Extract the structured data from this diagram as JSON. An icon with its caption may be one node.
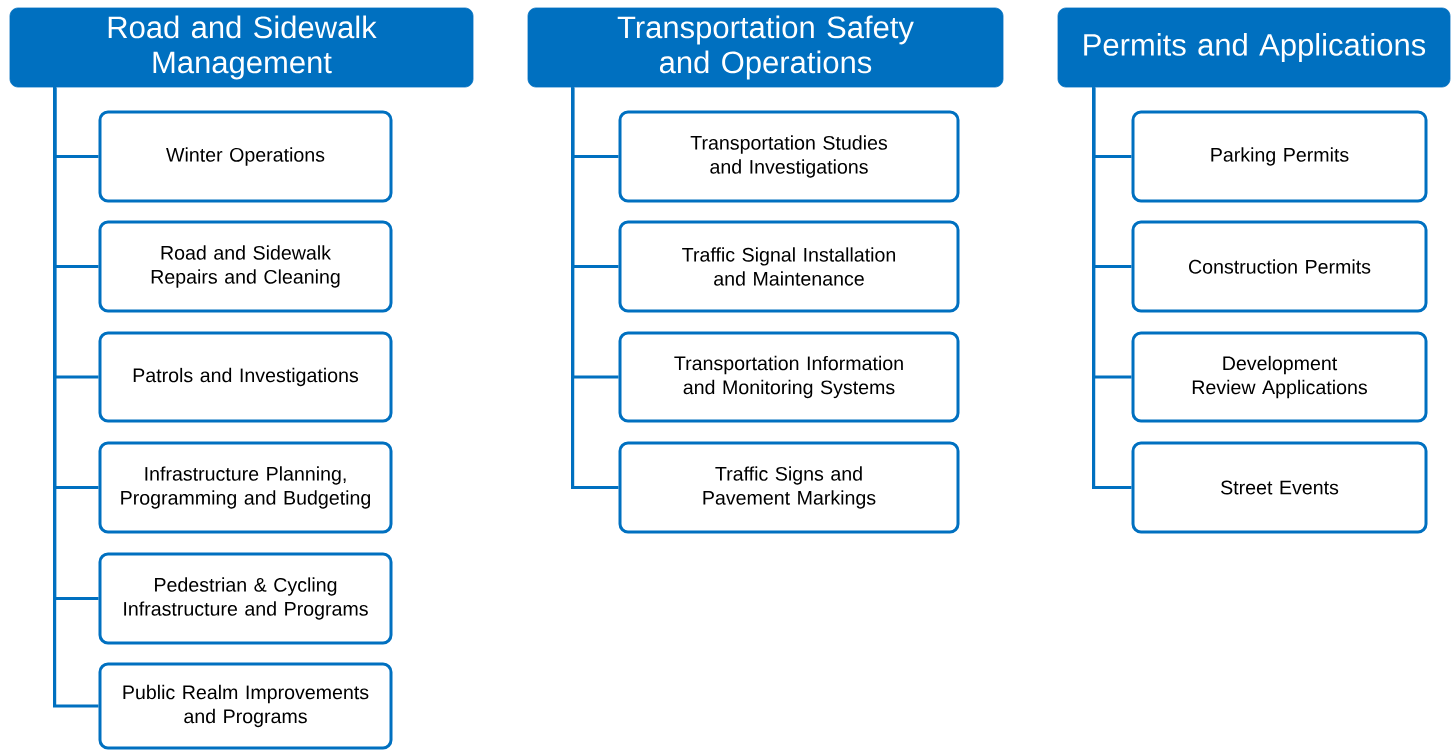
{
  "diagram": {
    "nodes": [
      {
        "text": [
          "Road and Sidewalk Management"
        ]
      },
      {
        "text": [
          "Winter Operations"
        ]
      },
      {
        "text": [
          "Road and Sidewalk Repairs and Cleaning"
        ]
      },
      {
        "text": [
          "Patrols and Investigations"
        ]
      },
      {
        "text": [
          "Infrastructure Planning, Programming and Budgeting"
        ]
      },
      {
        "text": [
          "Pedestrian & Cycling Infrastructure and Programs"
        ]
      },
      {
        "text": [
          "Public Realm Improvements and Programs"
        ]
      },
      {
        "text": [
          "Transportation Safety and Operations"
        ]
      },
      {
        "text": [
          "Transportation Studies and Investigations"
        ]
      },
      {
        "text": [
          "Traffic Signal Installation and Maintenance"
        ]
      },
      {
        "text": [
          "Transportation Information and Monitoring Systems"
        ]
      },
      {
        "text": [
          "Traffic Signs and Pavement Markings"
        ]
      },
      {
        "text": [
          "Permits and Applications"
        ]
      },
      {
        "text": [
          "Parking Permits"
        ]
      },
      {
        "text": [
          "Construction Permits"
        ]
      },
      {
        "text": [
          "Development Review Applications"
        ]
      },
      {
        "text": [
          "Street Events"
        ]
      }
    ],
    "edges": [
      {
        "from": 0,
        "to": 1,
        "arrow": "none"
      },
      {
        "from": 0,
        "to": 2,
        "arrow": "none"
      },
      {
        "from": 0,
        "to": 3,
        "arrow": "none"
      },
      {
        "from": 0,
        "to": 4,
        "arrow": "none"
      },
      {
        "from": 0,
        "to": 5,
        "arrow": "none"
      },
      {
        "from": 0,
        "to": 6,
        "arrow": "none"
      },
      {
        "from": 7,
        "to": 8,
        "arrow": "none"
      },
      {
        "from": 7,
        "to": 9,
        "arrow": "none"
      },
      {
        "from": 7,
        "to": 10,
        "arrow": "none"
      },
      {
        "from": 7,
        "to": 11,
        "arrow": "none"
      },
      {
        "from": 12,
        "to": 13,
        "arrow": "none"
      },
      {
        "from": 12,
        "to": 14,
        "arrow": "none"
      },
      {
        "from": 12,
        "to": 15,
        "arrow": "none"
      },
      {
        "from": 12,
        "to": 16,
        "arrow": "none"
      }
    ]
  }
}
